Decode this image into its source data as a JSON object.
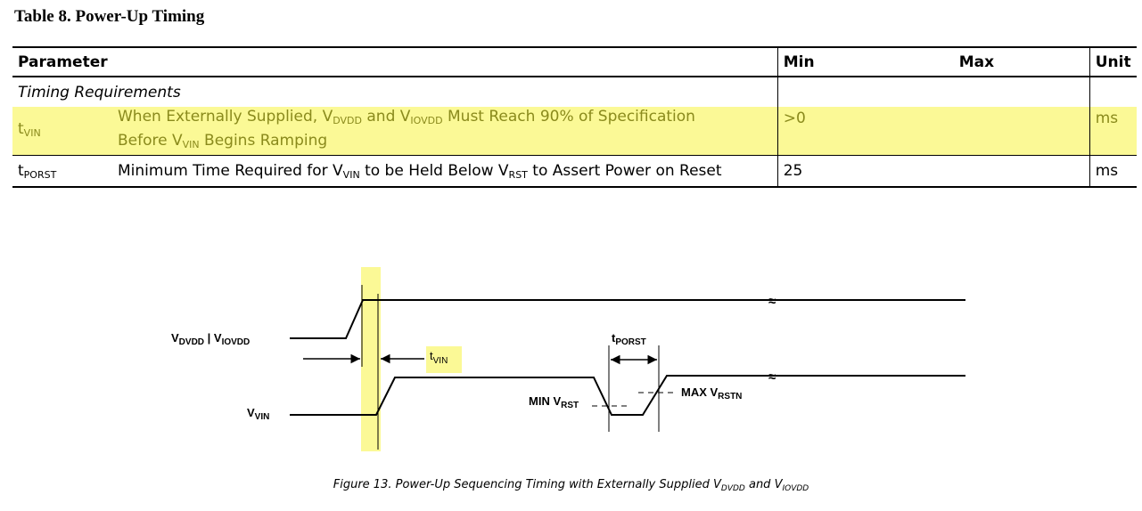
{
  "title": "Table 8. Power-Up Timing",
  "table": {
    "headers": {
      "parameter": "Parameter",
      "min": "Min",
      "max": "Max",
      "unit": "Unit"
    },
    "section": "Timing Requirements",
    "row1": {
      "symbol": "t",
      "symbol_sub": "VIN",
      "desc_a": "When Externally Supplied, V",
      "desc_sub1": "DVDD",
      "desc_b": " and V",
      "desc_sub2": "IOVDD",
      "desc_c": " Must Reach 90% of Specification",
      "desc_d": "Before V",
      "desc_sub3": "VIN",
      "desc_e": " Begins Ramping",
      "min": ">0",
      "unit": "ms"
    },
    "row2": {
      "symbol": "t",
      "symbol_sub": "PORST",
      "desc_a": "Minimum Time Required for V",
      "desc_sub1": "VIN",
      "desc_b": " to be Held Below V",
      "desc_sub2": "RST",
      "desc_c": " to Assert Power on Reset",
      "min": "25",
      "unit": "ms"
    }
  },
  "diagram": {
    "vdvdd": "V",
    "vdvdd_sub": "DVDD",
    "sep": " | ",
    "viovdd": "V",
    "viovdd_sub": "IOVDD",
    "vvin": "V",
    "vvin_sub": "VIN",
    "tvin": "t",
    "tvin_sub": "VIN",
    "tporst": "t",
    "tporst_sub": "PORST",
    "min_rst": "MIN V",
    "min_rst_sub": "RST",
    "max_rstn": "MAX V",
    "max_rstn_sub": "RSTN",
    "highlight_color": "#fbf996"
  },
  "caption": {
    "a": "Figure 13.  Power-Up Sequencing Timing with Externally Supplied V",
    "sub1": "DVDD",
    "b": " and V",
    "sub2": "IOVDD"
  }
}
